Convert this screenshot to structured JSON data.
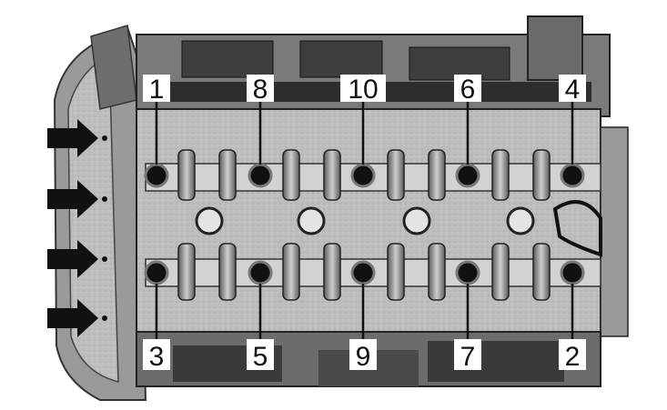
{
  "diagram": {
    "subject": "cylinder head bolt tightening sequence",
    "bolt_labels": {
      "upper_row": [
        "1",
        "8",
        "10",
        "6",
        "4"
      ],
      "lower_row": [
        "3",
        "5",
        "9",
        "7",
        "2"
      ]
    },
    "arrow_count": 4,
    "colors": {
      "background": "#ffffff",
      "metal_dark": "#4a4a4a",
      "metal_mid": "#8c8c8c",
      "metal_light": "#c8c8c8",
      "bolt_head": "#111111",
      "arrow": "#111111",
      "label_text": "#111111"
    }
  }
}
